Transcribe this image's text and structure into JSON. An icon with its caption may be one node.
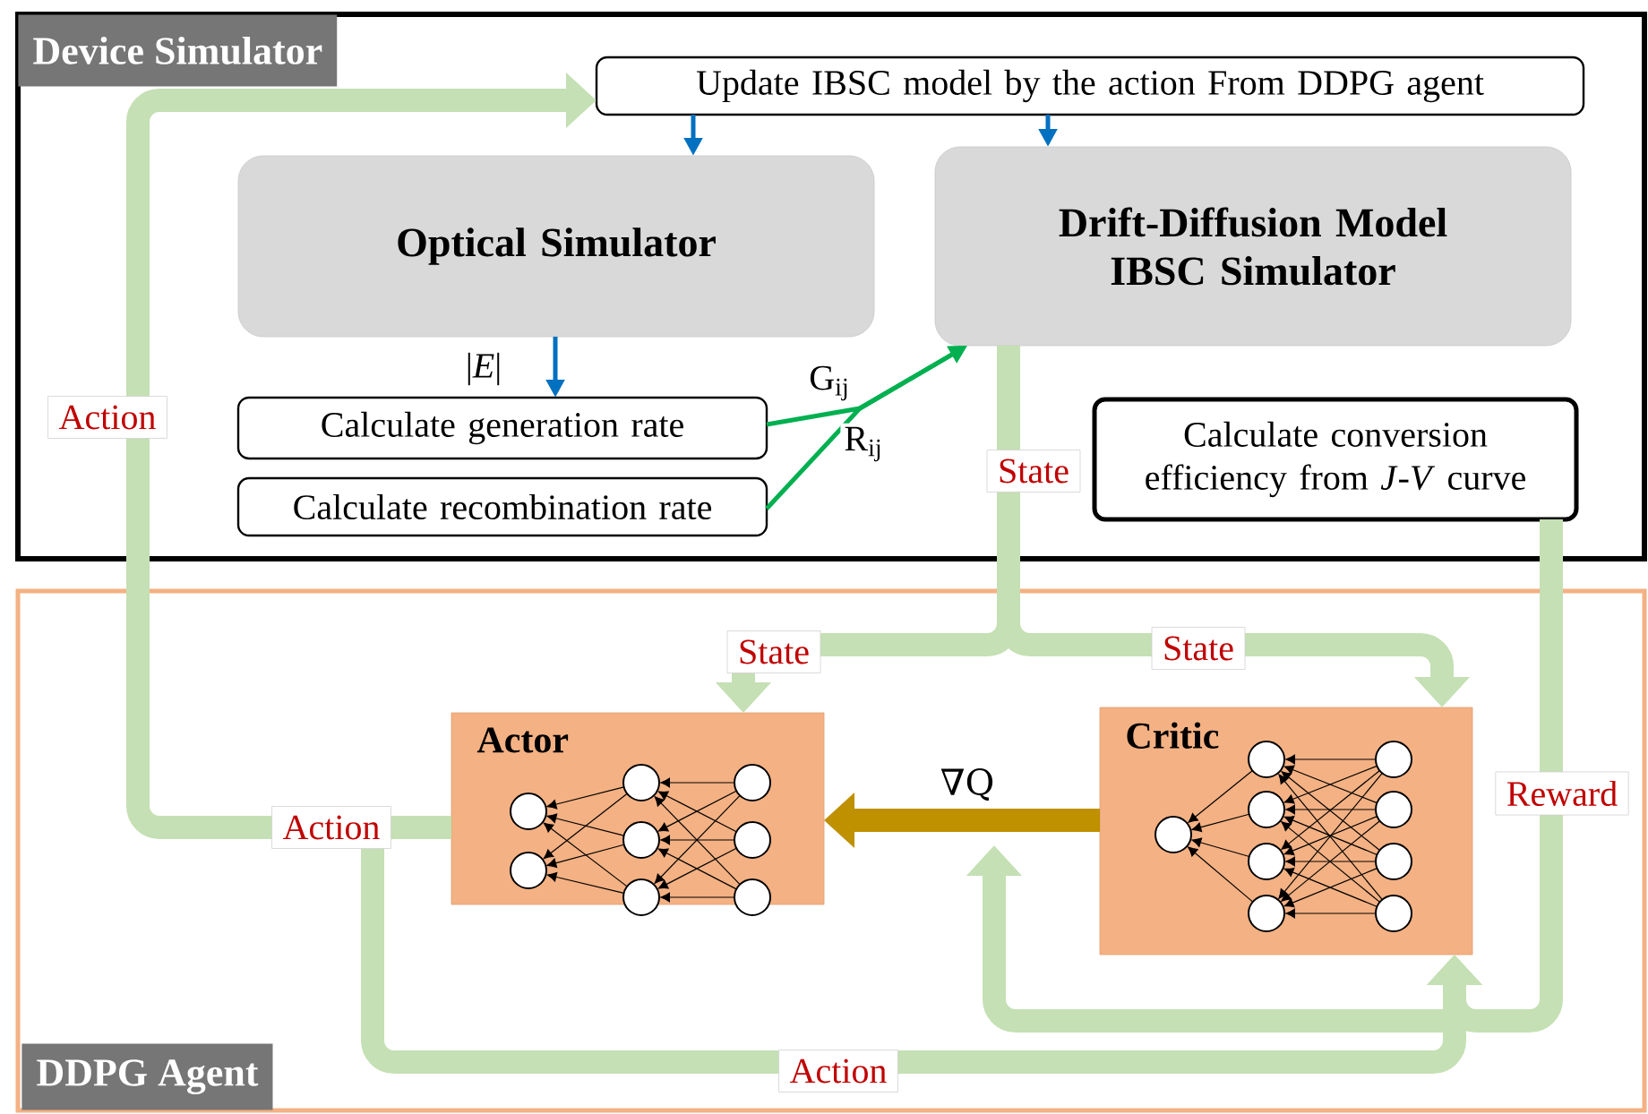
{
  "diagram": {
    "nodes": [
      {
        "text": [
          "Device Simulator"
        ]
      },
      {
        "text": [
          "Update IBSC model by the action From DDPG agent"
        ],
        "in": 0
      },
      {
        "text": [
          "Optical Simulator"
        ],
        "in": 0
      },
      {
        "text": [
          "Drift-Diffusion Model IBSC Simulator"
        ],
        "in": 0
      },
      {
        "text": [
          "Calculate generation rate"
        ],
        "in": 0
      },
      {
        "text": [
          "Calculate recombination rate"
        ],
        "in": 0
      },
      {
        "text": [
          "Calculate conversion efficiency from *J*-*V* curve"
        ],
        "in": 0
      },
      {
        "text": [
          "DDPG Agent"
        ]
      },
      {
        "text": [
          "Actor"
        ],
        "in": 7
      },
      {
        "text": [
          "Critic"
        ],
        "in": 7
      }
    ],
    "edges": [
      {
        "from": 1,
        "to": 2,
        "arrow": "to",
        "color": "#0070c0"
      },
      {
        "from": 1,
        "to": 3,
        "arrow": "to",
        "color": "#0070c0"
      },
      {
        "from": 2,
        "to": 4,
        "arrow": "to",
        "label": "|*E*|",
        "color": "#0070c0"
      },
      {
        "from": 4,
        "to": 3,
        "arrow": "to",
        "label": "G$_{ij}$",
        "color": "#00b050"
      },
      {
        "from": 5,
        "to": 3,
        "arrow": "to",
        "label": "R$_{ij}$",
        "color": "#00b050"
      },
      {
        "from": 3,
        "to": 8,
        "arrow": "to",
        "label": "State",
        "color": "#c5e0b4"
      },
      {
        "from": 3,
        "to": 9,
        "arrow": "to",
        "label": "State",
        "color": "#c5e0b4"
      },
      {
        "from": 6,
        "to": 9,
        "arrow": "to",
        "label": "Reward",
        "color": "#c5e0b4"
      },
      {
        "from": 9,
        "to": 8,
        "arrow": "to",
        "label": "∇Q",
        "color": "#bf9000"
      },
      {
        "from": 8,
        "to": 1,
        "arrow": "to",
        "label": "Action",
        "color": "#c5e0b4"
      },
      {
        "from": 8,
        "to": 9,
        "arrow": "to",
        "label": "Action",
        "color": "#c5e0b4"
      }
    ],
    "labels": [
      "State",
      "Action"
    ]
  }
}
